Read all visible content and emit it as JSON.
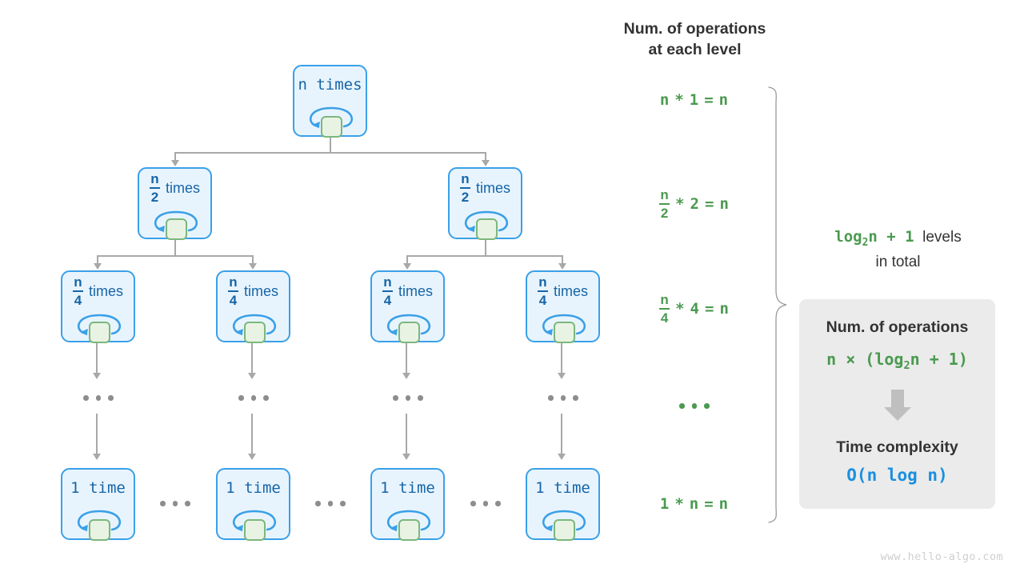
{
  "tree": {
    "levels": [
      {
        "id": "level-1",
        "count_label": "n times",
        "fraction": null,
        "unit": "times",
        "numerator": "n",
        "denominator": null
      },
      {
        "id": "level-2",
        "count_label": "n/2 times",
        "fraction": true,
        "unit": "times",
        "numerator": "n",
        "denominator": "2"
      },
      {
        "id": "level-3",
        "count_label": "n/4 times",
        "fraction": true,
        "unit": "times",
        "numerator": "n",
        "denominator": "4"
      },
      {
        "id": "level-last",
        "count_label": "1 time",
        "fraction": null,
        "unit": "time",
        "numerator": "1",
        "denominator": null
      }
    ],
    "ellipsis": "..."
  },
  "ops_column": {
    "title": "Num. of operations\nat each level",
    "rows": [
      {
        "id": "ops-level-1",
        "numerator": "n",
        "denominator": null,
        "times": "1",
        "result": "n",
        "text": "n × 1 = n"
      },
      {
        "id": "ops-level-2",
        "numerator": "n",
        "denominator": "2",
        "times": "2",
        "result": "n",
        "text": "n/2 × 2 = n"
      },
      {
        "id": "ops-level-3",
        "numerator": "n",
        "denominator": "4",
        "times": "4",
        "result": "n",
        "text": "n/4 × 4 = n"
      },
      {
        "id": "ops-ellipsis",
        "numerator": null,
        "denominator": null,
        "times": null,
        "result": null,
        "text": "..."
      },
      {
        "id": "ops-level-last",
        "numerator": "1",
        "denominator": null,
        "times": "n",
        "result": "n",
        "text": "1 × n = n"
      }
    ]
  },
  "levels_note": {
    "formula_prefix": "log",
    "formula_sub": "2",
    "formula_suffix": "n + 1",
    "text": "levels",
    "text_line2": "in total"
  },
  "summary_card": {
    "ops_heading": "Num. of operations",
    "ops_formula_prefix": "n × (log",
    "ops_formula_sub": "2",
    "ops_formula_suffix": "n + 1)",
    "arrow_icon": "down-arrow-icon",
    "complexity_heading": "Time complexity",
    "complexity_value": "O(n log n)"
  },
  "watermark": "www.hello-algo.com",
  "colors": {
    "node_fill": "#e8f4fd",
    "node_border": "#3aa0e8",
    "node_text": "#1565a8",
    "inner_square_fill": "#e9f3e4",
    "inner_square_border": "#7cb77c",
    "connector": "#a8a8a8",
    "green": "#4a9a4f",
    "blue": "#1a8fe0",
    "card_bg": "#ebebeb",
    "title": "#333333",
    "watermark": "#cfcfcf"
  }
}
